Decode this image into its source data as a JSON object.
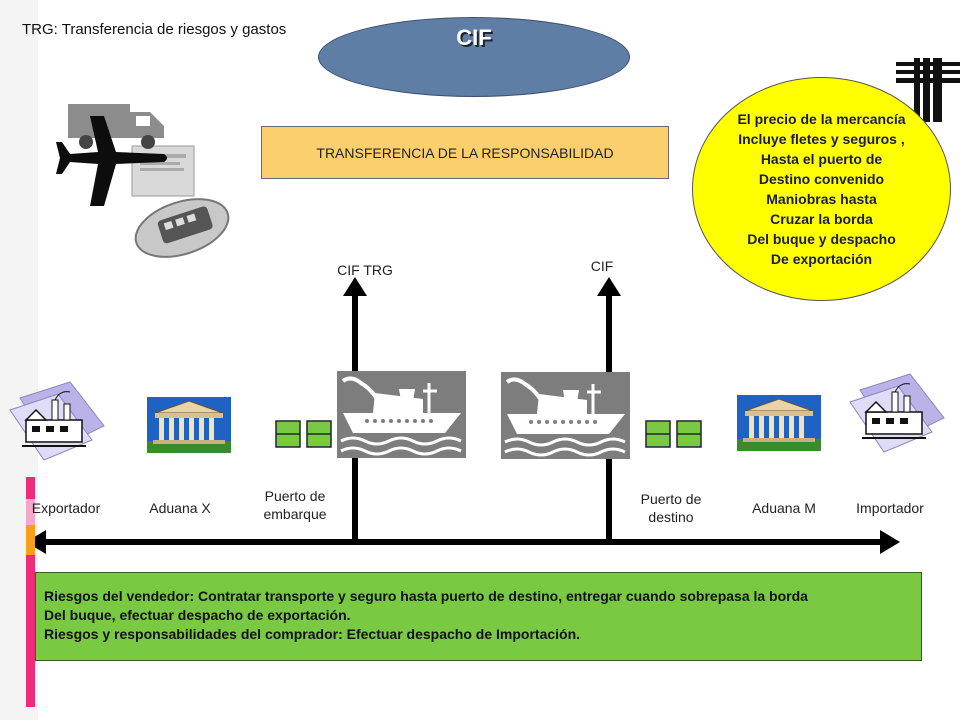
{
  "note": "TRG: Transferencia de riesgos y gastos",
  "title": "CIF",
  "responsibility_box": "TRANSFERENCIA DE LA RESPONSABILIDAD",
  "price_note": [
    "El precio de la mercancía",
    "Incluye fletes y seguros ,",
    "Hasta el puerto de",
    "Destino convenido",
    "Maniobras hasta",
    "Cruzar la borda",
    "Del buque y despacho",
    "De exportación"
  ],
  "arrows": {
    "left_label": "CIF TRG",
    "right_label": "CIF"
  },
  "timeline": {
    "exportador": "Exportador",
    "aduana_x": "Aduana X",
    "puerto_embarque": [
      "Puerto de",
      "embarque"
    ],
    "puerto_destino": [
      "Puerto de",
      "destino"
    ],
    "aduana_m": "Aduana M",
    "importador": "Importador"
  },
  "risks": [
    "Riesgos del vendedor: Contratar transporte y seguro hasta puerto de destino, entregar cuando sobrepasa la borda",
    "Del buque, efectuar despacho de exportación.",
    "Riesgos y responsabilidades del comprador: Efectuar despacho de Importación."
  ],
  "colors": {
    "oval": "#5f7ea5",
    "responsibility_box": "#fbcf6e",
    "price_circle": "#ffff00",
    "risk_box": "#7ac943",
    "container": "#7ac943",
    "customs_sky": "#1e63c4",
    "side_bar": [
      "#ee2a7b",
      "#f4a7c8",
      "#f6a01a"
    ]
  }
}
